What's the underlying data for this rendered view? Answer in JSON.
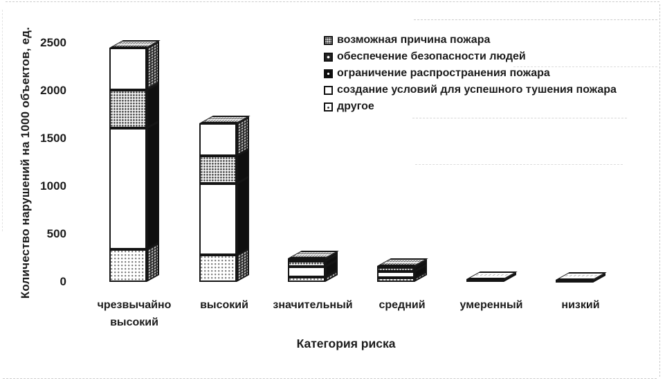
{
  "chart_data": {
    "type": "bar",
    "variant": "3d-stacked",
    "title": "",
    "xlabel": "Категория риска",
    "ylabel": "Количество нарушений на 1000 объектов, ед.",
    "categories": [
      "чрезвычайно высокий",
      "высокий",
      "значительный",
      "средний",
      "умеренный",
      "низкий"
    ],
    "series": [
      {
        "name": "возможная причина пожара",
        "values": [
          340,
          280,
          50,
          40,
          10,
          5
        ]
      },
      {
        "name": "обеспечение безопасности людей",
        "values": [
          1270,
          750,
          110,
          70,
          10,
          8
        ]
      },
      {
        "name": "ограничение распространения пожара",
        "values": [
          400,
          290,
          60,
          40,
          5,
          4
        ]
      },
      {
        "name": "создание условий для успешного тушения пожара",
        "values": [
          440,
          340,
          30,
          20,
          5,
          3
        ]
      },
      {
        "name": "другое",
        "values": [
          0,
          0,
          0,
          0,
          0,
          0
        ]
      }
    ],
    "stack_totals_approx": [
      2450,
      1660,
      250,
      170,
      30,
      20
    ],
    "yticks": [
      0,
      500,
      1000,
      1500,
      2000,
      2500
    ],
    "ylim": [
      0,
      2500
    ],
    "grid": false,
    "legend_position": "top-right",
    "colors": {
      "ink": "#1b1b1b",
      "paper": "#ffffff",
      "side_shadow": "#0f0f0f"
    }
  }
}
